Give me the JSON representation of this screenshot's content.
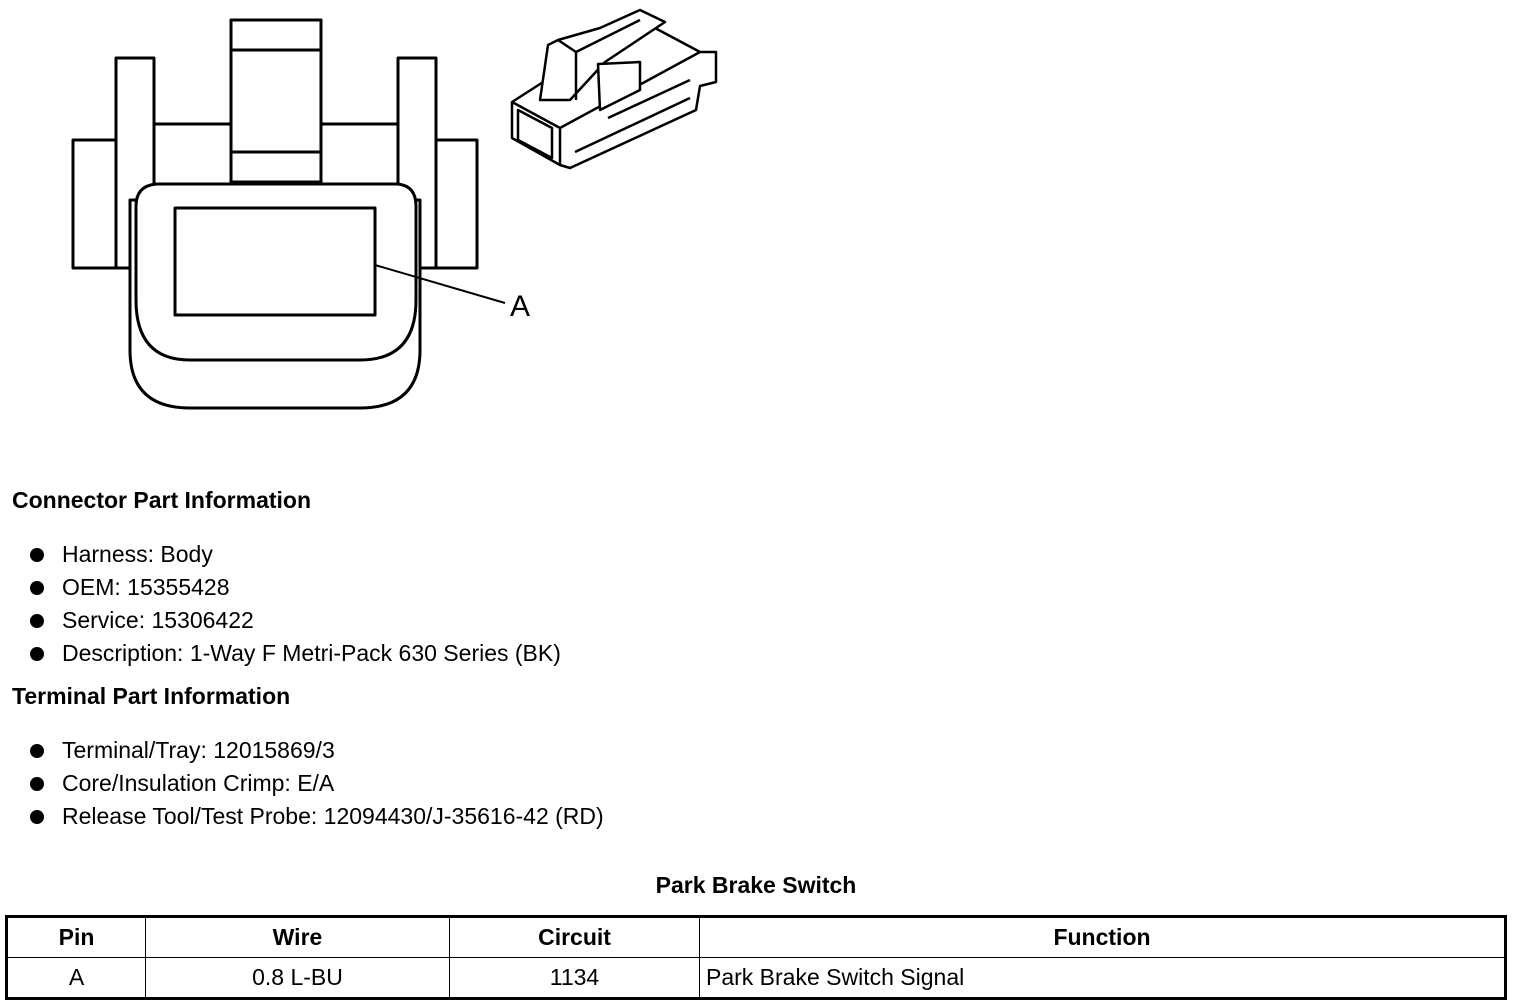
{
  "diagram": {
    "callout": "A"
  },
  "connector_info": {
    "heading": "Connector Part Information",
    "items": [
      "Harness: Body",
      "OEM: 15355428",
      "Service: 15306422",
      "Description: 1-Way F Metri-Pack 630 Series (BK)"
    ]
  },
  "terminal_info": {
    "heading": "Terminal Part Information",
    "items": [
      "Terminal/Tray: 12015869/3",
      "Core/Insulation Crimp: E/A",
      "Release Tool/Test Probe: 12094430/J-35616-42 (RD)"
    ]
  },
  "table": {
    "caption": "Park Brake Switch",
    "headers": [
      "Pin",
      "Wire",
      "Circuit",
      "Function"
    ],
    "rows": [
      [
        "A",
        "0.8 L-BU",
        "1134",
        "Park Brake Switch Signal"
      ]
    ]
  }
}
